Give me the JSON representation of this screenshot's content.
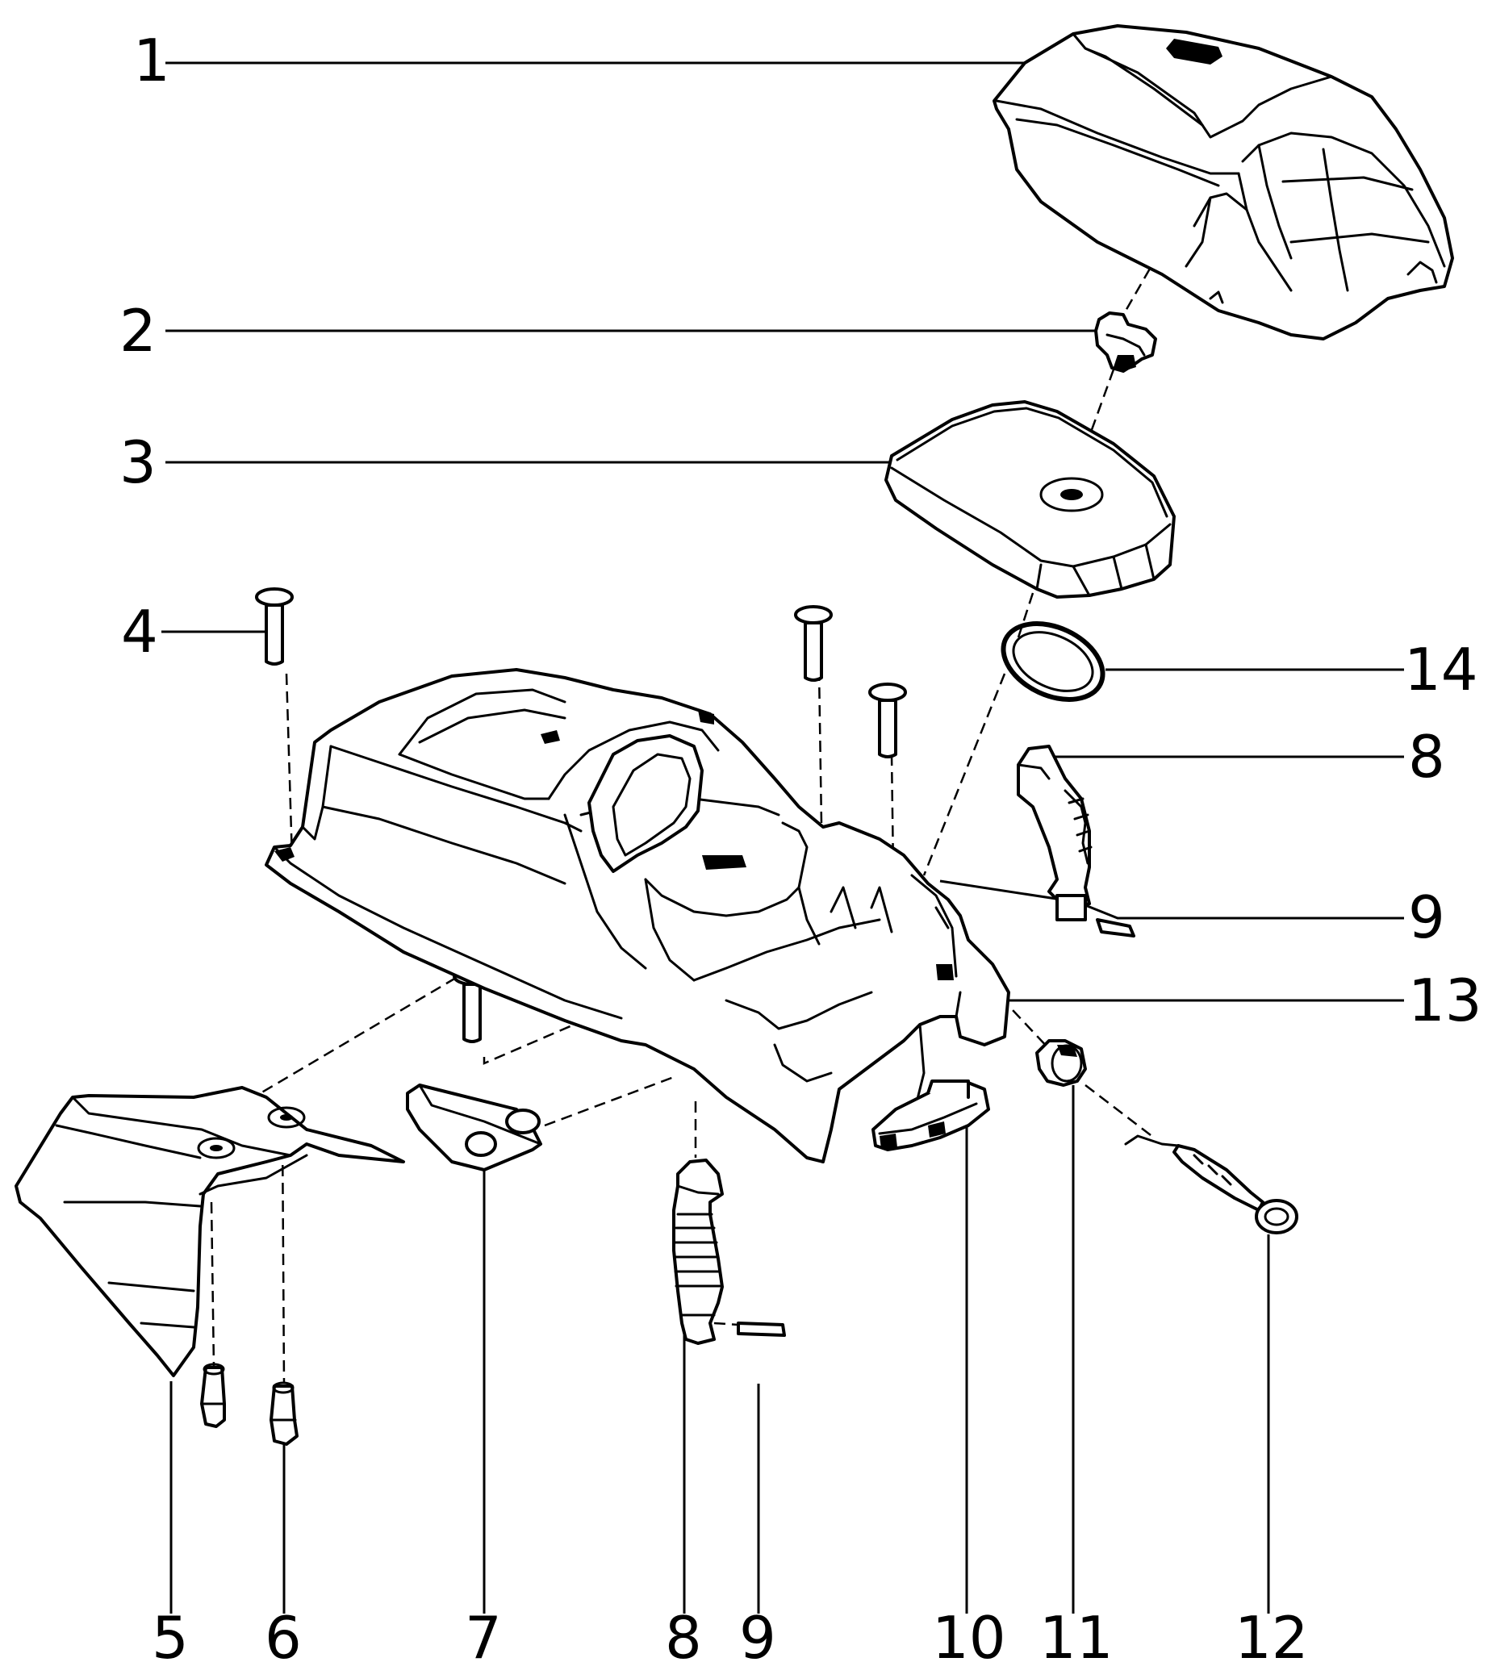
{
  "diagram": {
    "labels": [
      {
        "id": "1",
        "text": "1"
      },
      {
        "id": "2",
        "text": "2"
      },
      {
        "id": "3",
        "text": "3"
      },
      {
        "id": "4",
        "text": "4"
      },
      {
        "id": "14",
        "text": "14"
      },
      {
        "id": "8r",
        "text": "8"
      },
      {
        "id": "9r",
        "text": "9"
      },
      {
        "id": "13",
        "text": "13"
      },
      {
        "id": "5",
        "text": "5"
      },
      {
        "id": "6",
        "text": "6"
      },
      {
        "id": "7",
        "text": "7"
      },
      {
        "id": "8b",
        "text": "8"
      },
      {
        "id": "9b",
        "text": "9"
      },
      {
        "id": "10",
        "text": "10"
      },
      {
        "id": "11",
        "text": "11"
      },
      {
        "id": "12",
        "text": "12"
      }
    ]
  }
}
